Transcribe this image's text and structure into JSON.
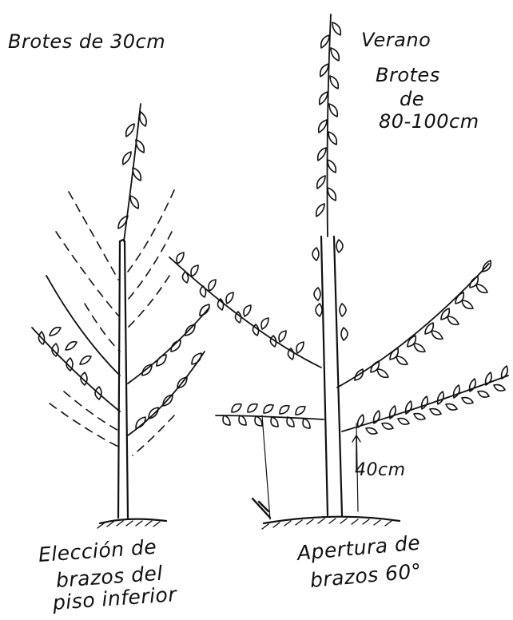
{
  "labels": {
    "top_left": "Brotes de 30cm",
    "top_right": [
      "Verano",
      "Brotes",
      "de",
      "80-100cm"
    ],
    "height": "40cm",
    "bottom_left": [
      "Elección de",
      "brazos del",
      "piso inferior"
    ],
    "bottom_right": [
      "Apertura de",
      "brazos 60°"
    ]
  },
  "colors": {
    "ink": "#111111",
    "background": "#ffffff"
  }
}
